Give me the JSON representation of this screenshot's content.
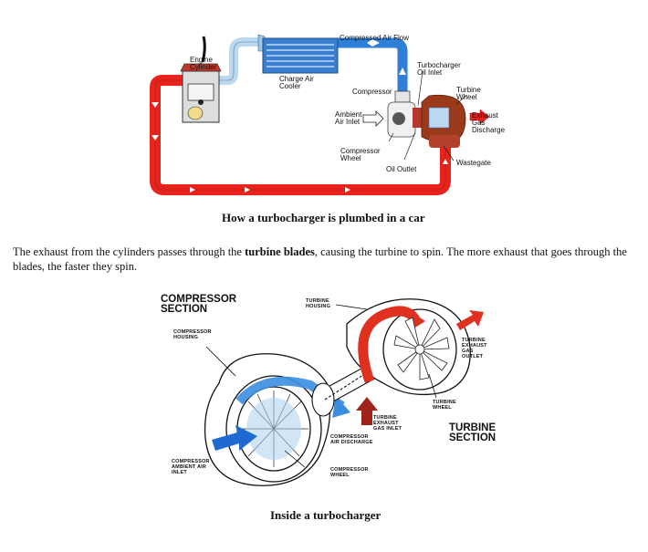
{
  "diagram1": {
    "labels": {
      "engine_cylinder": [
        "Engine",
        "Cylinder"
      ],
      "charge_air_cooler": [
        "Charge Air",
        "Cooler"
      ],
      "compressed_air_flow": "Compressed Air Flow",
      "turbocharger_oil_inlet": [
        "Turbocharger",
        "Oil Inlet"
      ],
      "compressor": "Compressor",
      "turbine_wheel": [
        "Turbine",
        "Wheel"
      ],
      "ambient_air_inlet": [
        "Ambient",
        "Air Inlet"
      ],
      "exhaust_gas_discharge": [
        "Exhaust",
        "Gas",
        "Discharge"
      ],
      "compressor_wheel": [
        "Compressor",
        "Wheel"
      ],
      "oil_outlet": "Oil Outlet",
      "wastegate": "Wastegate"
    },
    "caption": "How a turbocharger is plumbed in a car"
  },
  "paragraph": {
    "before": "The exhaust from the cylinders passes through the ",
    "bold": "turbine blades",
    "after": ", causing the turbine to spin. The more exhaust that goes through the blades, the faster they spin."
  },
  "diagram2": {
    "labels": {
      "compressor_section": [
        "COMPRESSOR",
        "SECTION"
      ],
      "compressor_housing": [
        "COMPRESSOR",
        "HOUSING"
      ],
      "turbine_housing": [
        "TURBINE",
        "HOUSING"
      ],
      "turbine_exhaust_gas_outlet": [
        "TURBINE",
        "EXHAUST",
        "GAS",
        "OUTLET"
      ],
      "turbine_wheel": [
        "TURBINE",
        "WHEEL"
      ],
      "turbine_exhaust_gas_inlet": [
        "TURBINE",
        "EXHAUST",
        "GAS INLET"
      ],
      "turbine_section": [
        "TURBINE",
        "SECTION"
      ],
      "compressor_air_discharge": [
        "COMPRESSOR",
        "AIR DISCHARGE"
      ],
      "compressor_ambient_air_inlet": [
        "COMPRESSOR",
        "AMBIENT AIR",
        "INLET"
      ],
      "compressor_wheel": [
        "COMPRESSOR",
        "WHEEL"
      ]
    },
    "caption": "Inside a turbocharger"
  },
  "colors": {
    "hot_red": "#e8231c",
    "cool_blue": "#2f7fd8",
    "light_blue": "#bcd8f0",
    "dark_red": "#a0221a",
    "rust": "#9a3a1a"
  }
}
